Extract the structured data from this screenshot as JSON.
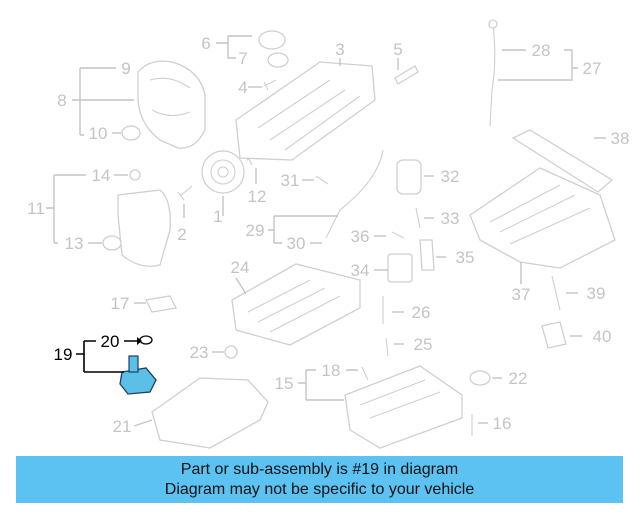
{
  "labels": {
    "l1": "1",
    "l2": "2",
    "l3": "3",
    "l4": "4",
    "l5": "5",
    "l6": "6",
    "l7": "7",
    "l8": "8",
    "l9": "9",
    "l10": "10",
    "l11": "11",
    "l12": "12",
    "l13": "13",
    "l14": "14",
    "l15": "15",
    "l16": "16",
    "l17": "17",
    "l18": "18",
    "l19": "19",
    "l20": "20",
    "l21": "21",
    "l22": "22",
    "l23": "23",
    "l24": "24",
    "l25": "25",
    "l26": "26",
    "l27": "27",
    "l28": "28",
    "l29": "29",
    "l30": "30",
    "l31": "31",
    "l32": "32",
    "l33": "33",
    "l34": "34",
    "l35": "35",
    "l36": "36",
    "l37": "37",
    "l38": "38",
    "l39": "39",
    "l40": "40"
  },
  "highlight_part": "19",
  "colors": {
    "banner_bg": "#5bc2f2",
    "highlight_part": "#5bbfe8",
    "callout_gray": "#c4c4c4"
  },
  "banner": {
    "line1": "Part or sub-assembly is #19 in diagram",
    "line2": "Diagram may not be specific to your vehicle"
  }
}
